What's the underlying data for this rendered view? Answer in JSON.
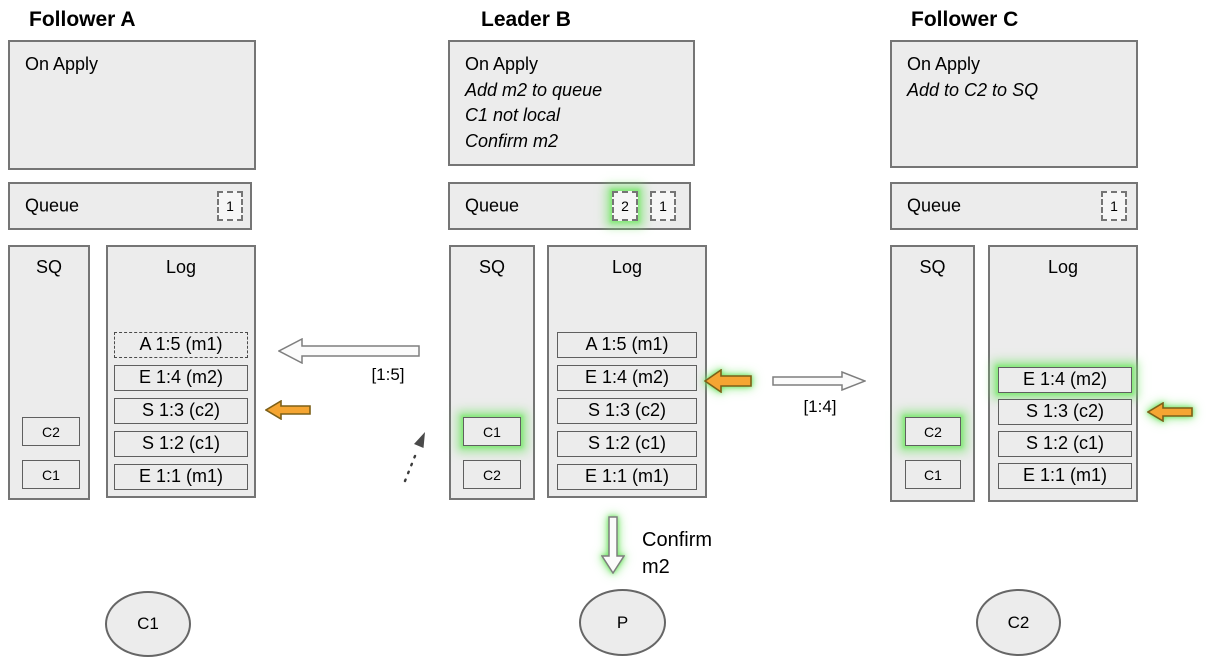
{
  "nodes": [
    {
      "title": "Follower A",
      "on_apply": {
        "title": "On Apply",
        "notes": []
      },
      "queue": {
        "label": "Queue",
        "items": [
          {
            "label": "1",
            "highlighted": false
          }
        ]
      },
      "sq": {
        "label": "SQ",
        "items": [
          {
            "label": "C2",
            "highlighted": false
          },
          {
            "label": "C1",
            "highlighted": false
          }
        ]
      },
      "log": {
        "label": "Log",
        "entries": [
          {
            "text": "A 1:5 (m1)",
            "pending": true,
            "highlighted": false
          },
          {
            "text": "E 1:4 (m2)",
            "pending": false,
            "highlighted": false
          },
          {
            "text": "S 1:3 (c2)",
            "pending": false,
            "highlighted": false
          },
          {
            "text": "S 1:2 (c1)",
            "pending": false,
            "highlighted": false
          },
          {
            "text": "E 1:1 (m1)",
            "pending": false,
            "highlighted": false
          }
        ]
      },
      "client": {
        "label": "C1"
      }
    },
    {
      "title": "Leader B",
      "on_apply": {
        "title": "On Apply",
        "notes": [
          "Add m2 to queue",
          "C1 not local",
          "Confirm m2"
        ]
      },
      "queue": {
        "label": "Queue",
        "items": [
          {
            "label": "2",
            "highlighted": true
          },
          {
            "label": "1",
            "highlighted": false
          }
        ]
      },
      "sq": {
        "label": "SQ",
        "items": [
          {
            "label": "C1",
            "highlighted": true
          },
          {
            "label": "C2",
            "highlighted": false
          }
        ]
      },
      "log": {
        "label": "Log",
        "entries": [
          {
            "text": "A 1:5 (m1)",
            "pending": false,
            "highlighted": false
          },
          {
            "text": "E 1:4 (m2)",
            "pending": false,
            "highlighted": false
          },
          {
            "text": "S 1:3 (c2)",
            "pending": false,
            "highlighted": false
          },
          {
            "text": "S 1:2 (c1)",
            "pending": false,
            "highlighted": false
          },
          {
            "text": "E 1:1 (m1)",
            "pending": false,
            "highlighted": false
          }
        ]
      },
      "client": {
        "label": "P"
      }
    },
    {
      "title": "Follower C",
      "on_apply": {
        "title": "On Apply",
        "notes": [
          "Add to C2 to SQ"
        ]
      },
      "queue": {
        "label": "Queue",
        "items": [
          {
            "label": "1",
            "highlighted": false
          }
        ]
      },
      "sq": {
        "label": "SQ",
        "items": [
          {
            "label": "C2",
            "highlighted": true
          },
          {
            "label": "C1",
            "highlighted": false
          }
        ]
      },
      "log": {
        "label": "Log",
        "entries": [
          {
            "text": "E 1:4 (m2)",
            "pending": false,
            "highlighted": true
          },
          {
            "text": "S 1:3 (c2)",
            "pending": false,
            "highlighted": false
          },
          {
            "text": "S 1:2 (c1)",
            "pending": false,
            "highlighted": false
          },
          {
            "text": "E 1:1 (m1)",
            "pending": false,
            "highlighted": false
          }
        ]
      },
      "client": {
        "label": "C2"
      }
    }
  ],
  "arrows": {
    "append_to_a": {
      "label": "[1:5]",
      "direction": "left"
    },
    "append_to_c": {
      "label": "[1:4]",
      "direction": "right"
    },
    "confirm": {
      "line1": "Confirm",
      "line2": "m2"
    }
  },
  "colors": {
    "box_fill": "#ececec",
    "box_border": "#757575",
    "orange_arrow": "#f5a532",
    "white_arrow": "#fbfbfb",
    "glow_green": "#6ee462"
  }
}
